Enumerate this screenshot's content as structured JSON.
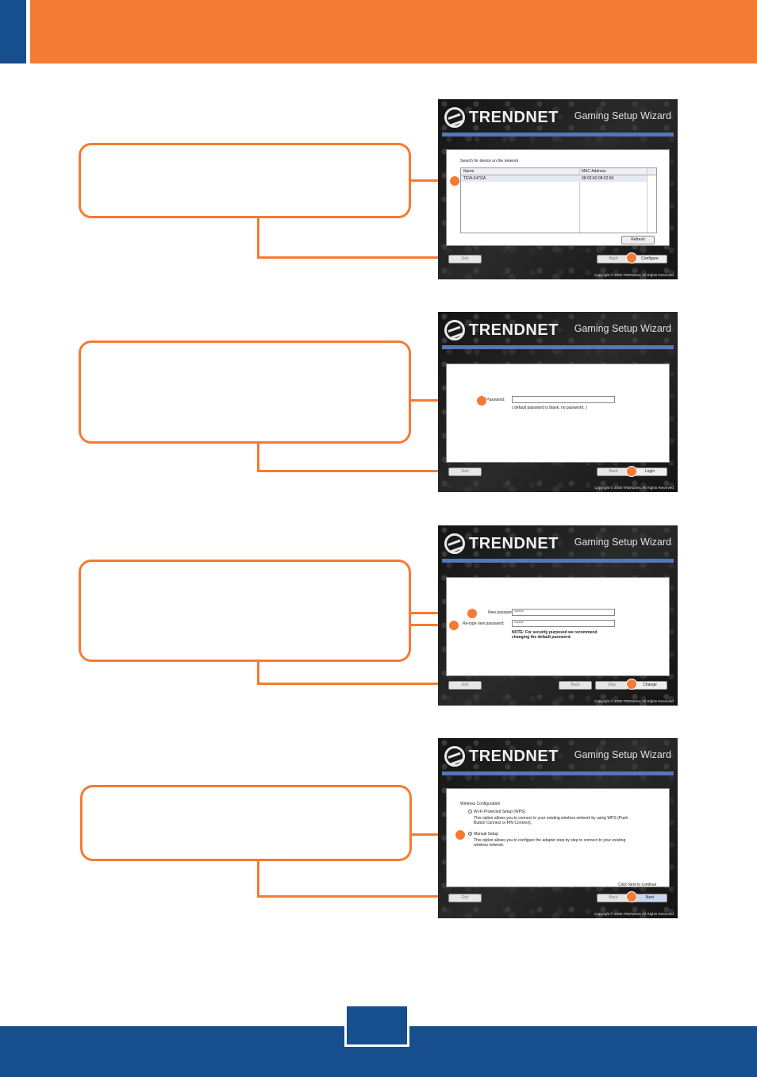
{
  "footer": {
    "page_number": ""
  },
  "common": {
    "logo_text": "TRENDNET",
    "wizard_title": "Gaming Setup Wizard",
    "copyright": "Copyright © 2008 TRENDnet. All Rights Reserved.",
    "exit_label": "Exit",
    "back_label": "Back"
  },
  "step1": {
    "search_label": "Search for device on the network",
    "columns": [
      "Name",
      "MAC Address"
    ],
    "rows": [
      {
        "name": "TEW-647GA",
        "mac": "08:02:60:08:02:60"
      }
    ],
    "refresh_label": "Refresh",
    "configure_label": "Configure"
  },
  "step2": {
    "password_label": "Password:",
    "password_value": "",
    "hint": "( default password is blank, no password. )",
    "login_label": "Login"
  },
  "step3": {
    "new_password_label": "New password:",
    "new_password_value": "******",
    "retype_label": "Re-type new password:",
    "retype_value": "******",
    "note_line1": "NOTE: For security purposed we recommend",
    "note_line2": "changing the default password.",
    "skip_label": "Skip",
    "change_label": "Change"
  },
  "step4": {
    "section_title": "Wireless Configuration",
    "wps_label": "Wi-Fi Protected Setup (WPS)",
    "wps_desc1": "This option allows you to connect to your existing wireless network by using WPS (Push",
    "wps_desc2": "Button Connect or PIN Connect).",
    "manual_label": "Manual Setup",
    "manual_desc1": "This option allows you to configure the adapter step by step to connect to your existing",
    "manual_desc2": "wireless network.",
    "continue_text": "Click Next to continue",
    "next_label": "Next"
  }
}
